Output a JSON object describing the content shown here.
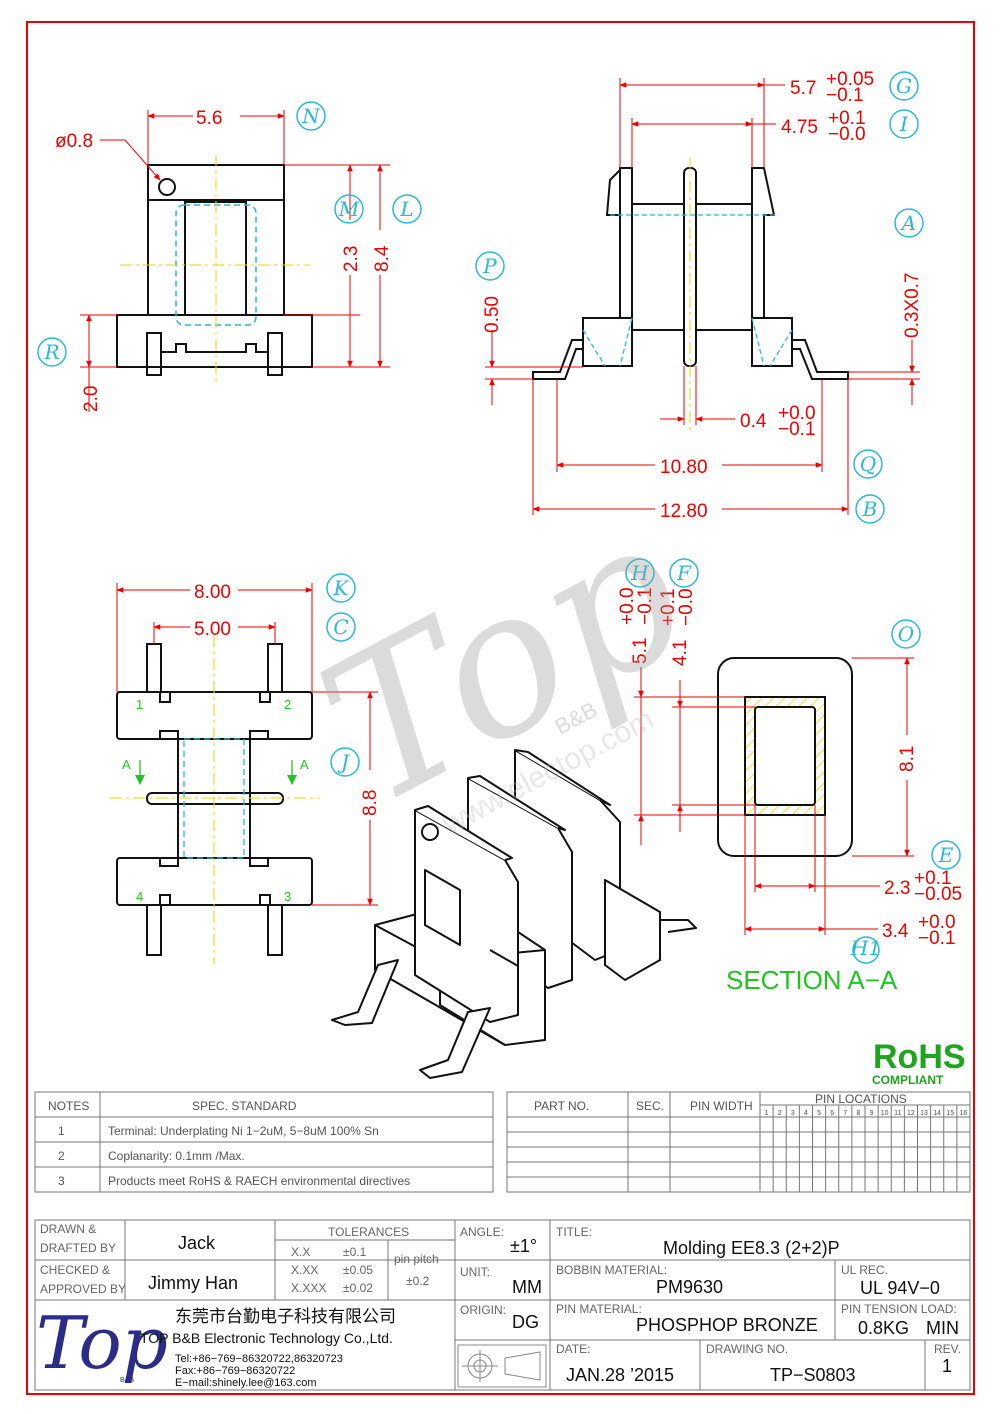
{
  "dims": {
    "top_left": {
      "hole": "ø0.8",
      "width": "5.6",
      "h1": "2.3",
      "h2": "8.4",
      "base": "2.0"
    },
    "side": {
      "d57": "5.7",
      "d57_tol_p": "+0.05",
      "d57_tol_m": "−0.1",
      "d475": "4.75",
      "d475_tol_p": "+0.1",
      "d475_tol_m": "−0.0",
      "d050": "0.50",
      "pin_sz": "0.3X0.7",
      "d04": "0.4",
      "d04_tol_p": "+0.0",
      "d04_tol_m": "−0.1",
      "d1080": "10.80",
      "d1280": "12.80"
    },
    "bottom_left": {
      "d800": "8.00",
      "d500": "5.00",
      "d88": "8.8",
      "sec_a": "A"
    },
    "section": {
      "d51": "5.1",
      "d51_tol_p": "+0.0",
      "d51_tol_m": "−0.1",
      "d41": "4.1",
      "d41_tol_p": "+0.1",
      "d41_tol_m": "−0.0",
      "d81": "8.1",
      "d23": "2.3",
      "d23_tol_p": "+0.1",
      "d23_tol_m": "−0.05",
      "d34": "3.4",
      "d34_tol_p": "+0.0",
      "d34_tol_m": "−0.1",
      "title": "SECTION  A−A"
    }
  },
  "pins": [
    "1",
    "2",
    "3",
    "4"
  ],
  "markers": {
    "N": "N",
    "M": "M",
    "L": "L",
    "R": "R",
    "G": "G",
    "I": "I",
    "A": "A",
    "P": "P",
    "Q": "Q",
    "B": "B",
    "K": "K",
    "C": "C",
    "J": "J",
    "H": "H",
    "F": "F",
    "O": "O",
    "E": "E",
    "H1": "H1"
  },
  "rohs": {
    "mark": "RoHS",
    "sub": "COMPLIANT"
  },
  "watermark": {
    "brand": "Top",
    "sub": "B&B",
    "url": "www.electop.com"
  },
  "notes": {
    "h_notes": "NOTES",
    "h_spec": "SPEC. STANDARD",
    "rows": [
      {
        "n": "1",
        "text": "Terminal: Underplating Ni 1−2uM, 5−8uM 100% Sn"
      },
      {
        "n": "2",
        "text": "Coplanarity: 0.1mm /Max."
      },
      {
        "n": "3",
        "text": "Products meet RoHS & RAECH environmental directives"
      }
    ]
  },
  "parts": {
    "h_part": "PART NO.",
    "h_sec": "SEC.",
    "h_pw": "PIN WIDTH",
    "h_loc": "PIN LOCATIONS",
    "loc": [
      "1",
      "2",
      "3",
      "4",
      "5",
      "6",
      "7",
      "8",
      "9",
      "10",
      "11",
      "12",
      "13",
      "14",
      "15",
      "16"
    ]
  },
  "title_block": {
    "drawn_l1": "DRAWN &",
    "drawn_l2": "DRAFTED BY",
    "drawn": "Jack",
    "checked_l1": "CHECKED &",
    "checked_l2": "APPROVED BY",
    "checked": "Jimmy Han",
    "tol_h": "TOLERANCES",
    "tol": [
      {
        "k": "X.X",
        "v": "±0.1"
      },
      {
        "k": "X.XX",
        "v": "±0.05"
      },
      {
        "k": "X.XXX",
        "v": "±0.02"
      }
    ],
    "pitch_h": "pin pitch",
    "pitch": "±0.2",
    "angle_l": "ANGLE:",
    "angle": "±1°",
    "unit_l": "UNIT:",
    "unit": "MM",
    "origin_l": "ORIGIN:",
    "origin": "DG",
    "title_l": "TITLE:",
    "title": "Molding  EE8.3  (2+2)P",
    "bob_l": "BOBBIN MATERIAL:",
    "bob": "PM9630",
    "ul_l": "UL  REC.",
    "ul": "UL  94V−0",
    "pinmat_l": "PIN MATERIAL:",
    "pinmat": "PHOSPHOP  BRONZE",
    "tension_l": "PIN TENSION  LOAD:",
    "tension": "0.8KG",
    "tension_u": "MIN",
    "date_l": "DATE:",
    "date": "JAN.28  ’2015",
    "dwg_l": "DRAWING NO.",
    "dwg": "TP−S0803",
    "rev_l": "REV.",
    "rev": "1",
    "company_cn": "东莞市台勤电子科技有限公司",
    "company_en": "TOP  B&B  Electronic  Technology  Co.,Ltd.",
    "tel": "Tel:+86−769−86320722,86320723",
    "fax": "Fax:+86−769−86320722",
    "email": "E−mail:shinely.lee@163.com",
    "logo": "Top",
    "logo_sub": "B&B"
  }
}
